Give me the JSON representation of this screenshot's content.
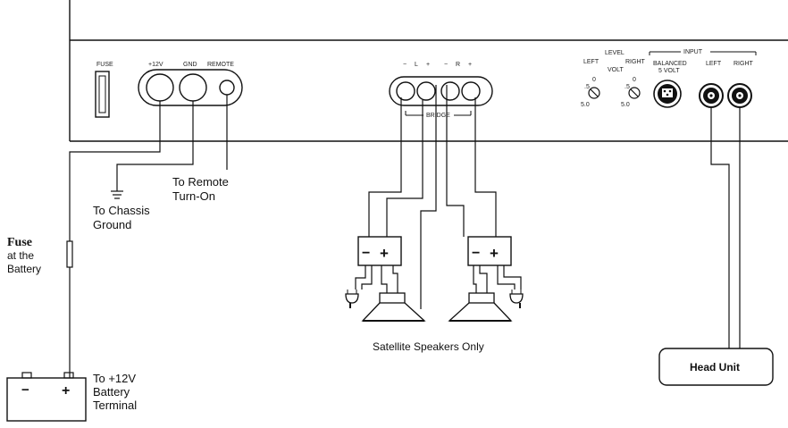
{
  "panel": {
    "fuse_label": "FUSE",
    "power_12v_label": "+12V",
    "gnd_label": "GND",
    "remote_label": "REMOTE",
    "speaker_terminal_labels": [
      "−",
      "L",
      "+",
      "−",
      "R",
      "+"
    ],
    "bridge_label": "BRIDGE",
    "level_label": "LEVEL",
    "level_left_label": "LEFT",
    "level_right_label": "RIGHT",
    "volt_label": "VOLT",
    "knob_left_values": [
      ".5",
      "0",
      "5.0"
    ],
    "knob_right_values": [
      ".5",
      "0",
      "5.0"
    ],
    "input_label": "INPUT",
    "balanced_label": "BALANCED",
    "balanced_sub_label": "5 VOLT",
    "input_left_label": "LEFT",
    "input_right_label": "RIGHT"
  },
  "annotations": {
    "chassis_ground_line1": "To Chassis",
    "chassis_ground_line2": "Ground",
    "remote_turnon_line1": "To Remote",
    "remote_turnon_line2": "Turn-On",
    "fuse_title": "Fuse",
    "fuse_line2": "at  the",
    "fuse_line3": "Battery",
    "battery_line1": "To +12V",
    "battery_line2": "Battery",
    "battery_line3": "Terminal",
    "satellite": "Satellite  Speakers  Only",
    "head_unit": "Head Unit"
  },
  "symbols": {
    "battery_minus": "−",
    "battery_plus": "+",
    "xover_left_minus": "−",
    "xover_left_plus": "+",
    "xover_right_minus": "−",
    "xover_right_plus": "+"
  }
}
